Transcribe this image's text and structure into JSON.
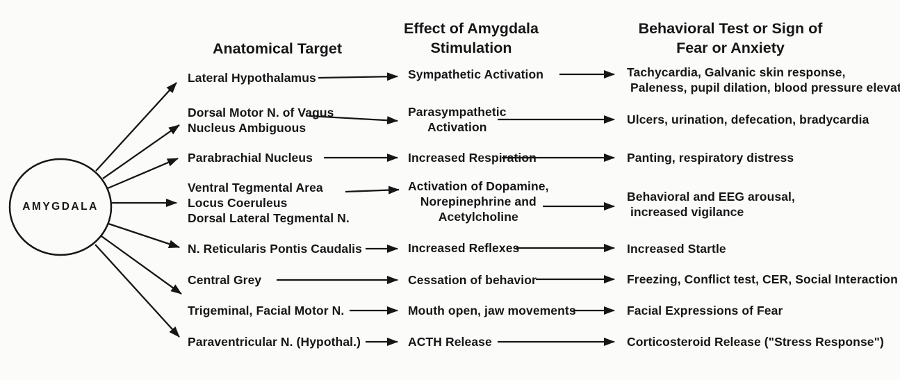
{
  "figure": {
    "node_label": "AMYGDALA",
    "headers": {
      "anatomical_target": "Anatomical Target",
      "effect": "Effect of Amygdala\nStimulation",
      "behavior": "Behavioral Test or Sign of\nFear or Anxiety"
    },
    "rows": [
      {
        "target": "Lateral Hypothalamus",
        "effect": "Sympathetic Activation",
        "behavior": "Tachycardia, Galvanic skin response,\n Paleness, pupil dilation, blood pressure elevation"
      },
      {
        "target": "Dorsal Motor N. of Vagus\nNucleus Ambiguous",
        "effect": "Parasympathetic\nActivation",
        "behavior": "Ulcers, urination, defecation, bradycardia"
      },
      {
        "target": "Parabrachial Nucleus",
        "effect": "Increased Respiration",
        "behavior": "Panting, respiratory distress"
      },
      {
        "target": "Ventral Tegmental Area\nLocus Coeruleus\nDorsal Lateral Tegmental N.",
        "effect": "Activation of Dopamine,\nNorepinephrine and\nAcetylcholine",
        "behavior": "Behavioral and EEG arousal,\n increased vigilance"
      },
      {
        "target": "N. Reticularis Pontis Caudalis",
        "effect": "Increased Reflexes",
        "behavior": "Increased Startle"
      },
      {
        "target": "Central Grey",
        "effect": "Cessation of behavior",
        "behavior": "Freezing, Conflict test, CER, Social Interaction"
      },
      {
        "target": "Trigeminal, Facial Motor N.",
        "effect": "Mouth open, jaw movements",
        "behavior": "Facial Expressions of Fear"
      },
      {
        "target": "Paraventricular N. (Hypothal.)",
        "effect": "ACTH Release",
        "behavior": "Corticosteroid Release (\"Stress Response\")"
      }
    ],
    "colors": {
      "ink": "#161616",
      "background": "#fbfbfa"
    }
  }
}
